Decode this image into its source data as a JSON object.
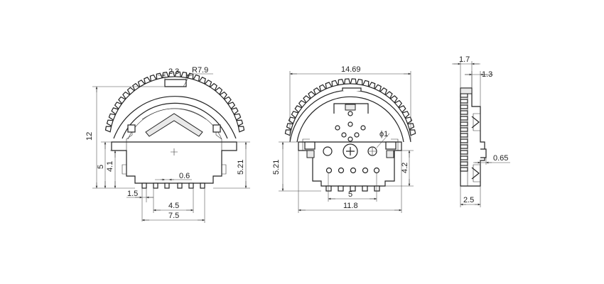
{
  "views": {
    "front": {
      "dims": {
        "shaft_width": "2.3",
        "radius": "R7.9",
        "total_height": "12",
        "body_height_left": "5",
        "inner_height_left": "4.1",
        "body_height_right": "5.21",
        "pin_width": "0.6",
        "pin_offset": "1.5",
        "pin_span_inner": "4.5",
        "pin_span_outer": "7.5"
      }
    },
    "back": {
      "dims": {
        "overall_width": "14.69",
        "hole_diameter": "ϕ1",
        "body_height_left": "5.21",
        "body_height_right": "4.2",
        "pin_span": "5",
        "base_width": "11.8"
      }
    },
    "side": {
      "dims": {
        "top_width": "1.7",
        "step_width": "1.3",
        "tab_thickness": "0.65",
        "base_depth": "2.5"
      }
    }
  }
}
